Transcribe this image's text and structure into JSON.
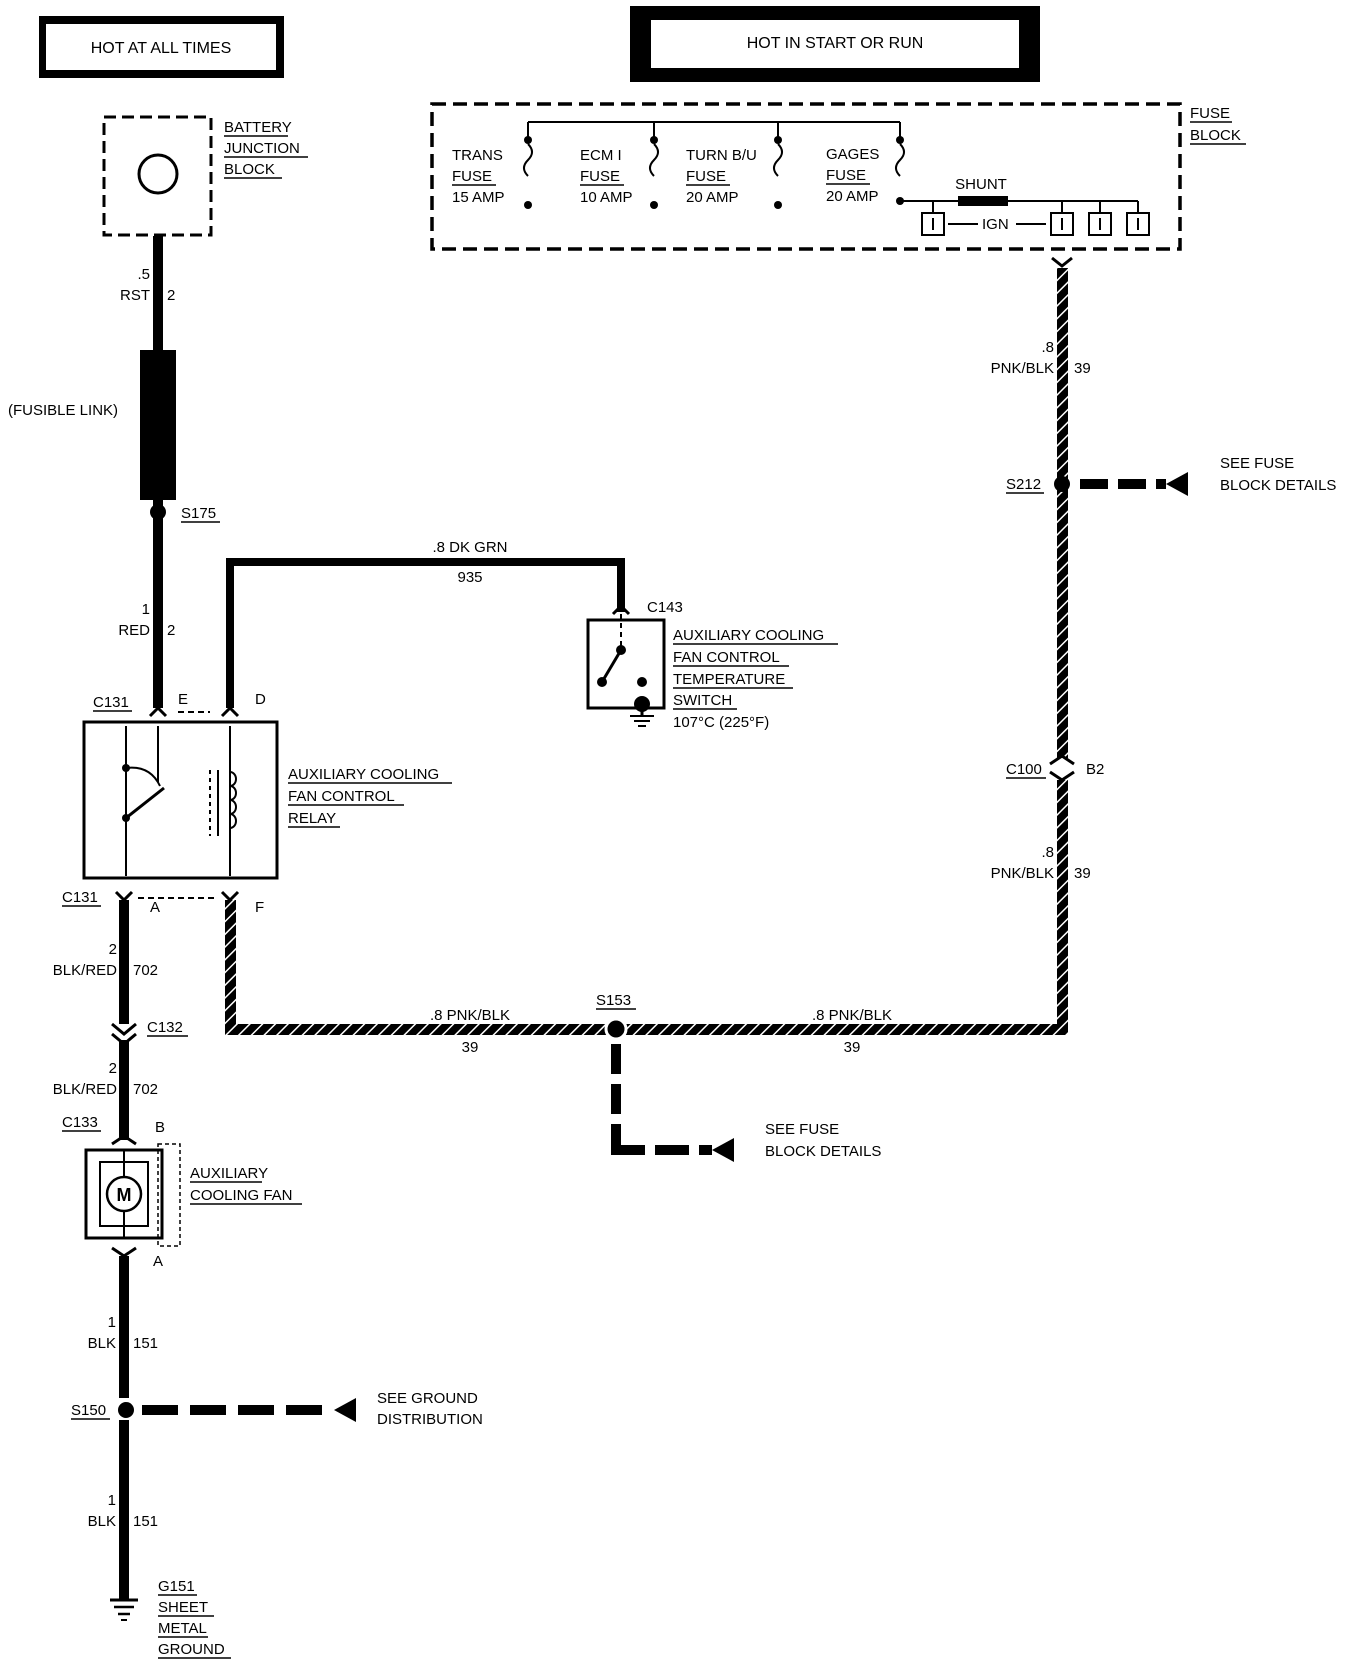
{
  "headers": {
    "left": "HOT AT ALL TIMES",
    "right": "HOT IN START OR RUN"
  },
  "battery_block": {
    "line1": "BATTERY",
    "line2": "JUNCTION",
    "line3": "BLOCK"
  },
  "wire_rst": {
    "gauge": ".5",
    "color": "RST",
    "circuit": "2"
  },
  "fusible_link": "(FUSIBLE LINK)",
  "splice_s175": "S175",
  "wire_red": {
    "gauge": "1",
    "color": "RED",
    "circuit": "2"
  },
  "wire_dkgrn": {
    "label": ".8 DK GRN",
    "circuit": "935"
  },
  "temp_switch": {
    "connector": "C143",
    "line1": "AUXILIARY COOLING",
    "line2": "FAN CONTROL",
    "line3": "TEMPERATURE",
    "line4": "SWITCH",
    "line5": "107°C (225°F)"
  },
  "relay": {
    "connector_top": "C131",
    "pin_e": "E",
    "pin_d": "D",
    "line1": "AUXILIARY COOLING",
    "line2": "FAN CONTROL",
    "line3": "RELAY",
    "connector_bottom": "C131",
    "pin_a": "A",
    "pin_f": "F"
  },
  "wire_blkred_1": {
    "gauge": "2",
    "color": "BLK/RED",
    "circuit": "702"
  },
  "connector_c132": "C132",
  "wire_blkred_2": {
    "gauge": "2",
    "color": "BLK/RED",
    "circuit": "702"
  },
  "fan": {
    "connector": "C133",
    "pin_b": "B",
    "symbol": "M",
    "line1": "AUXILIARY",
    "line2": "COOLING FAN",
    "pin_a": "A"
  },
  "wire_blk_1": {
    "gauge": "1",
    "color": "BLK",
    "circuit": "151"
  },
  "splice_s150": "S150",
  "ground_distribution": {
    "line1": "SEE GROUND",
    "line2": "DISTRIBUTION"
  },
  "wire_blk_2": {
    "gauge": "1",
    "color": "BLK",
    "circuit": "151"
  },
  "ground": {
    "id": "G151",
    "line1": "SHEET",
    "line2": "METAL",
    "line3": "GROUND"
  },
  "fuse_block": {
    "title1": "FUSE",
    "title2": "BLOCK",
    "fuses": [
      {
        "line1": "TRANS",
        "line2": "FUSE",
        "line3": "15 AMP"
      },
      {
        "line1": "ECM I",
        "line2": "FUSE",
        "line3": "10 AMP"
      },
      {
        "line1": "TURN B/U",
        "line2": "FUSE",
        "line3": "20 AMP"
      },
      {
        "line1": "GAGES",
        "line2": "FUSE",
        "line3": "20 AMP"
      }
    ],
    "shunt": "SHUNT",
    "ign": "IGN"
  },
  "wire_pnkblk_top": {
    "gauge": ".8",
    "color": "PNK/BLK",
    "circuit": "39"
  },
  "splice_s212": "S212",
  "fuse_details_1": {
    "line1": "SEE FUSE",
    "line2": "BLOCK DETAILS"
  },
  "connector_c100": {
    "id": "C100",
    "pin": "B2"
  },
  "wire_pnkblk_mid": {
    "gauge": ".8",
    "color": "PNK/BLK",
    "circuit": "39"
  },
  "wire_pnkblk_bottom_left": {
    "label": ".8 PNK/BLK",
    "circuit": "39"
  },
  "splice_s153": "S153",
  "wire_pnkblk_bottom_right": {
    "label": ".8 PNK/BLK",
    "circuit": "39"
  },
  "fuse_details_2": {
    "line1": "SEE FUSE",
    "line2": "BLOCK DETAILS"
  }
}
